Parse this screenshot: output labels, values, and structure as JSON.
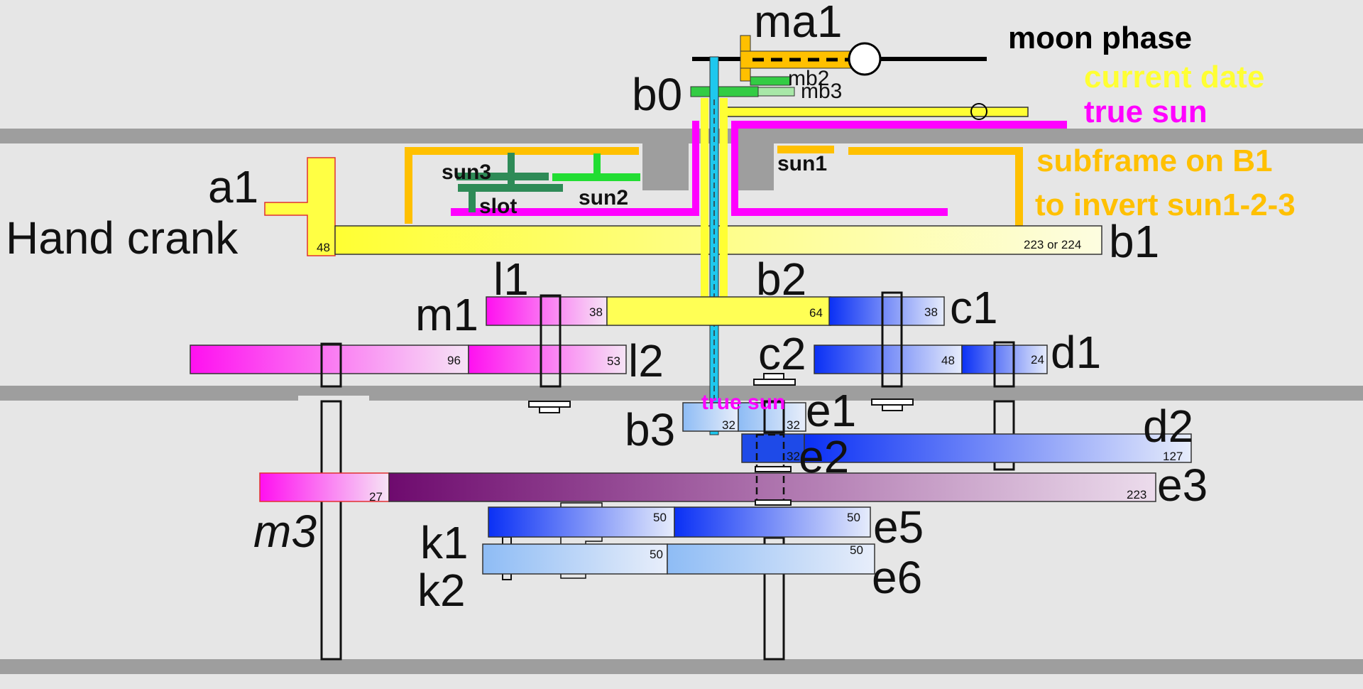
{
  "title": "",
  "legend": {
    "moon_phase": "moon phase",
    "current_date": "current date",
    "true_sun": "true sun",
    "subframe_line1": "subframe on B1",
    "subframe_line2": "to invert sun1-2-3"
  },
  "colors": {
    "background": "#e6e6e6",
    "frame": "#9e9e9e",
    "yellow": "#ffff33",
    "magenta": "#ff00ff",
    "orange": "#ffc000",
    "green": "#33cc44",
    "dark_green": "#2e8b57",
    "cyan": "#1ec8ee",
    "blue": "#0030ff",
    "purple": "#7a007a"
  },
  "labels": {
    "ma1": "ma1",
    "mb2": "mb2",
    "mb3": "mb3",
    "b0": "b0",
    "a1": "a1",
    "hand_crank": "Hand crank",
    "sun1": "sun1",
    "sun2": "sun2",
    "sun3": "sun3",
    "slot": "slot",
    "b1": "b1",
    "l1": "l1",
    "b2": "b2",
    "m1": "m1",
    "c1": "c1",
    "l2": "l2",
    "c2": "c2",
    "d1": "d1",
    "true_sun_inner": "true sun",
    "e1": "e1",
    "b3": "b3",
    "d2": "d2",
    "e2": "e2",
    "e3": "e3",
    "m3": "m3",
    "k1": "k1",
    "e5": "e5",
    "k2": "k2",
    "e6": "e6"
  },
  "teeth": {
    "a1": "48",
    "b1": "223 or 224",
    "m1": "38",
    "b2": "64",
    "c1": "38",
    "l2_outer": "96",
    "l2_inner": "53",
    "c2": "48",
    "d1": "24",
    "b3_left": "32",
    "b3_right": "32",
    "e2": "32",
    "d2": "127",
    "m3": "27",
    "e3": "223",
    "k1": "50",
    "e5": "50",
    "k2": "50",
    "e6": "50"
  }
}
